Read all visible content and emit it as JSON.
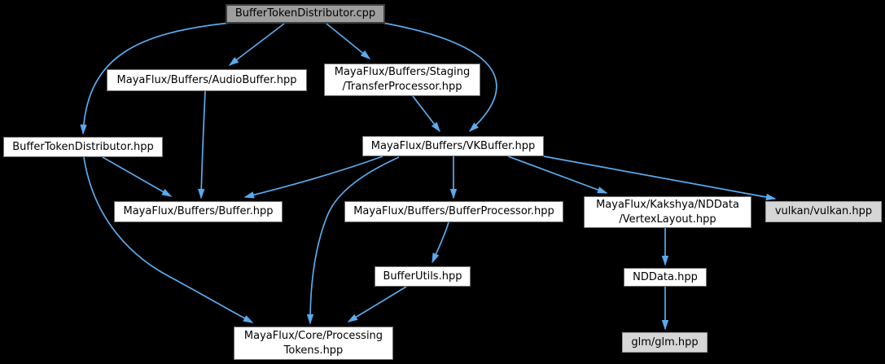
{
  "diagram": {
    "kind": "include-dependency-graph",
    "background": "#000000",
    "edge_color": "#5aabee",
    "node_fill": "#ffffff",
    "node_border": "#6f6f6f",
    "current_node_fill": "#9e9e9e",
    "current_node_border": "#3f3f3f",
    "external_node_fill": "#d6d6d6",
    "external_node_border": "#989898",
    "text_color": "#000000"
  },
  "nodes": {
    "cpp": {
      "label": "BufferTokenDistributor.cpp"
    },
    "audio_buffer": {
      "label": "MayaFlux/Buffers/AudioBuffer.hpp"
    },
    "transfer_processor": {
      "label": "MayaFlux/Buffers/Staging\n/TransferProcessor.hpp"
    },
    "btd_hpp": {
      "label": "BufferTokenDistributor.hpp"
    },
    "vk_buffer": {
      "label": "MayaFlux/Buffers/VKBuffer.hpp"
    },
    "buffer": {
      "label": "MayaFlux/Buffers/Buffer.hpp"
    },
    "buffer_processor": {
      "label": "MayaFlux/Buffers/BufferProcessor.hpp"
    },
    "vertex_layout": {
      "label": "MayaFlux/Kakshya/NDData\n/VertexLayout.hpp"
    },
    "vulkan": {
      "label": "vulkan/vulkan.hpp"
    },
    "buffer_utils": {
      "label": "BufferUtils.hpp"
    },
    "nddata": {
      "label": "NDData.hpp"
    },
    "processing_tokens": {
      "label": "MayaFlux/Core/Processing\nTokens.hpp"
    },
    "glm": {
      "label": "glm/glm.hpp"
    }
  },
  "edges": [
    {
      "from": "cpp",
      "to": "audio_buffer"
    },
    {
      "from": "cpp",
      "to": "transfer_processor"
    },
    {
      "from": "cpp",
      "to": "btd_hpp"
    },
    {
      "from": "cpp",
      "to": "vk_buffer"
    },
    {
      "from": "transfer_processor",
      "to": "vk_buffer"
    },
    {
      "from": "audio_buffer",
      "to": "buffer"
    },
    {
      "from": "btd_hpp",
      "to": "buffer"
    },
    {
      "from": "btd_hpp",
      "to": "processing_tokens"
    },
    {
      "from": "vk_buffer",
      "to": "buffer"
    },
    {
      "from": "vk_buffer",
      "to": "buffer_processor"
    },
    {
      "from": "vk_buffer",
      "to": "vertex_layout"
    },
    {
      "from": "vk_buffer",
      "to": "vulkan"
    },
    {
      "from": "vk_buffer",
      "to": "processing_tokens"
    },
    {
      "from": "buffer_processor",
      "to": "buffer_utils"
    },
    {
      "from": "buffer_utils",
      "to": "processing_tokens"
    },
    {
      "from": "vertex_layout",
      "to": "nddata"
    },
    {
      "from": "nddata",
      "to": "glm"
    }
  ]
}
